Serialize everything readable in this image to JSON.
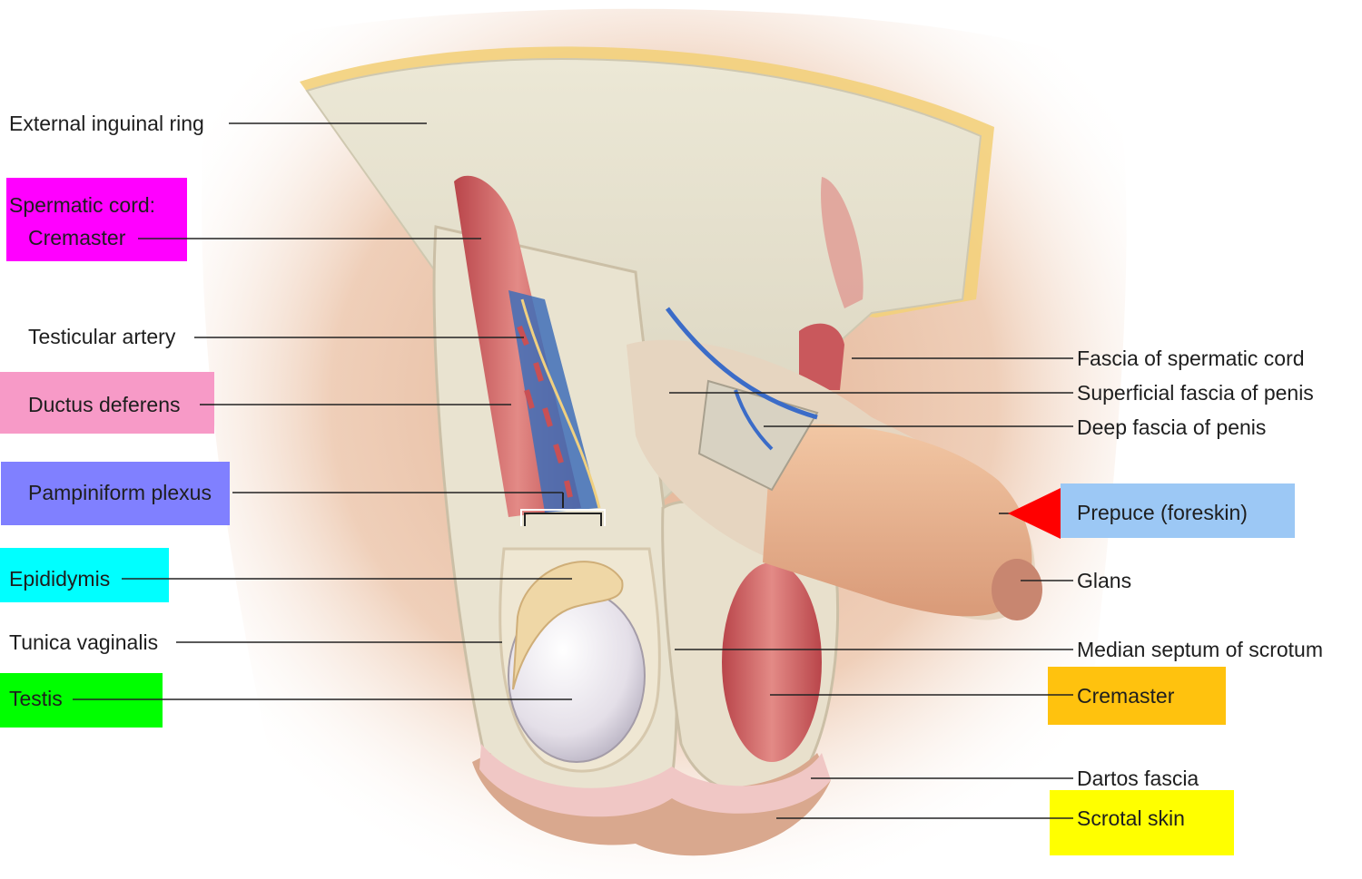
{
  "labels": {
    "external_inguinal_ring": "External inguinal ring",
    "spermatic_cord": "Spermatic cord:",
    "cremaster_left": "Cremaster",
    "testicular_artery": "Testicular artery",
    "ductus_deferens": "Ductus deferens",
    "pampiniform_plexus": "Pampiniform plexus",
    "epididymis": "Epididymis",
    "tunica_vaginalis": "Tunica vaginalis",
    "testis": "Testis",
    "fascia_spermatic_cord": "Fascia of spermatic cord",
    "superficial_fascia_penis": "Superficial fascia of penis",
    "deep_fascia_penis": "Deep fascia of penis",
    "prepuce": "Prepuce (foreskin)",
    "glans": "Glans",
    "median_septum": "Median septum of scrotum",
    "cremaster_right": "Cremaster",
    "dartos_fascia": "Dartos fascia",
    "scrotal_skin": "Scrotal skin"
  },
  "highlight_colors": {
    "spermatic_cord": "#ff00ff",
    "ductus_deferens": "#f79ac7",
    "pampiniform_plexus": "#8080ff",
    "epididymis": "#00ffff",
    "testis": "#00ff00",
    "prepuce": "#9cc8f5",
    "cremaster_right": "#ffc20e",
    "scrotal_skin": "#ffff00",
    "pointer_arrow": "#ff0000"
  }
}
